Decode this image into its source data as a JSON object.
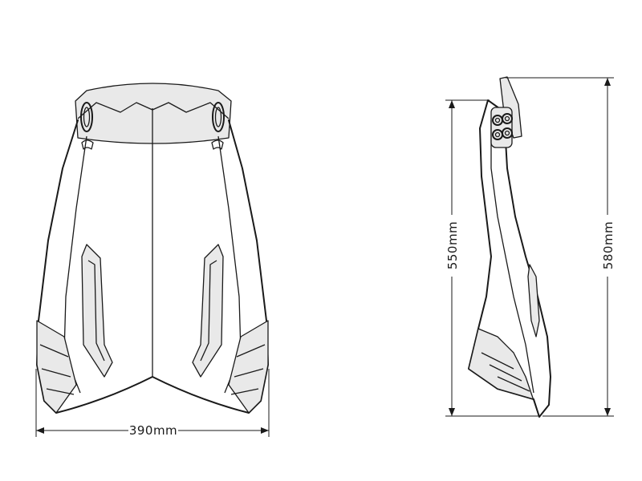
{
  "dimensions": {
    "width_label": "390mm",
    "side_height_inner_label": "550mm",
    "side_height_outer_label": "580mm"
  }
}
